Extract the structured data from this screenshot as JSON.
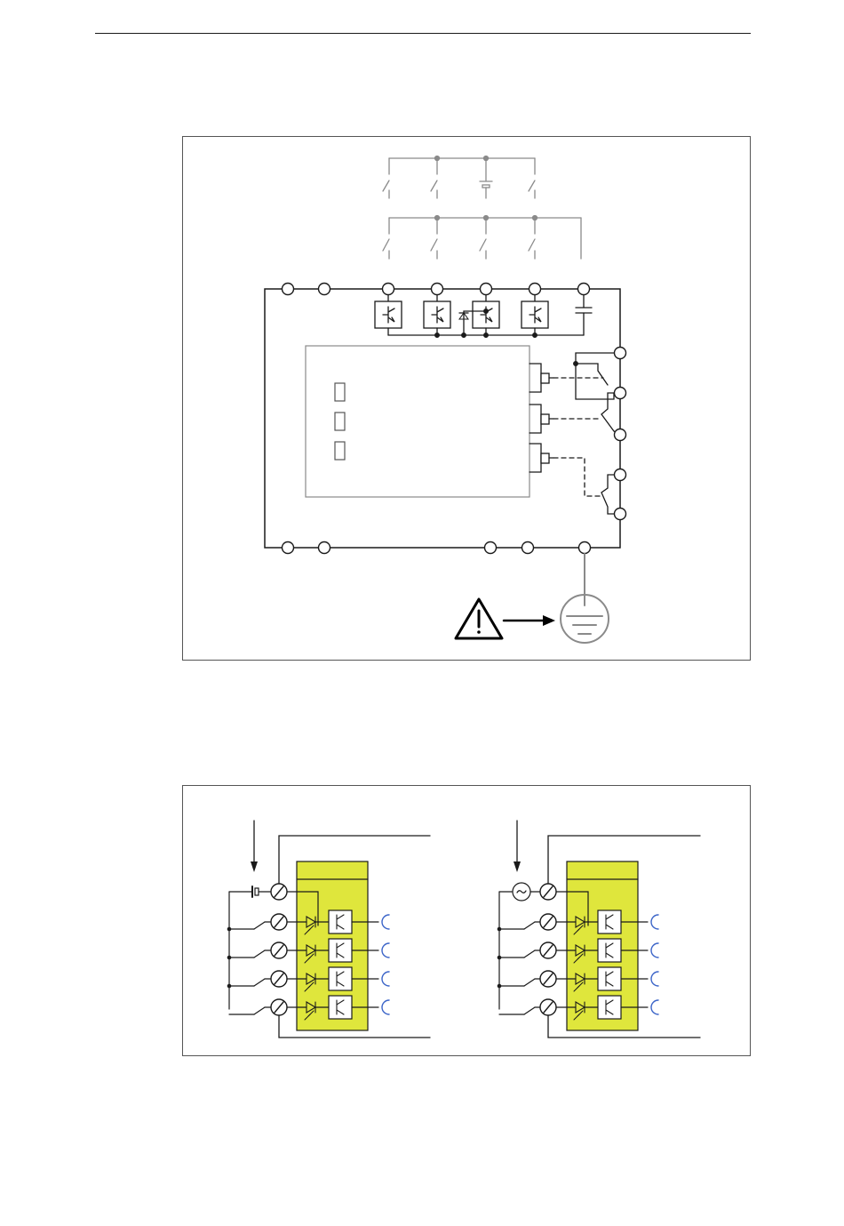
{
  "colors": {
    "wire": "#1a1a1a",
    "field_wire": "#8a8a8a",
    "ground": "#8a8a8a",
    "module_fill": "#dfe63c",
    "output_arc": "#3b64c8",
    "warning": "#000000"
  },
  "figures": [
    {
      "kind": "module-wiring-overview",
      "inputs": 4,
      "relay_outputs": 3,
      "icons": [
        "warning-triangle-icon",
        "ground-icon"
      ]
    },
    {
      "kind": "input-wiring",
      "panels": [
        {
          "supply": "dc-source-icon"
        },
        {
          "supply": "ac-source-icon"
        }
      ],
      "inputs_per_panel": 4
    }
  ]
}
